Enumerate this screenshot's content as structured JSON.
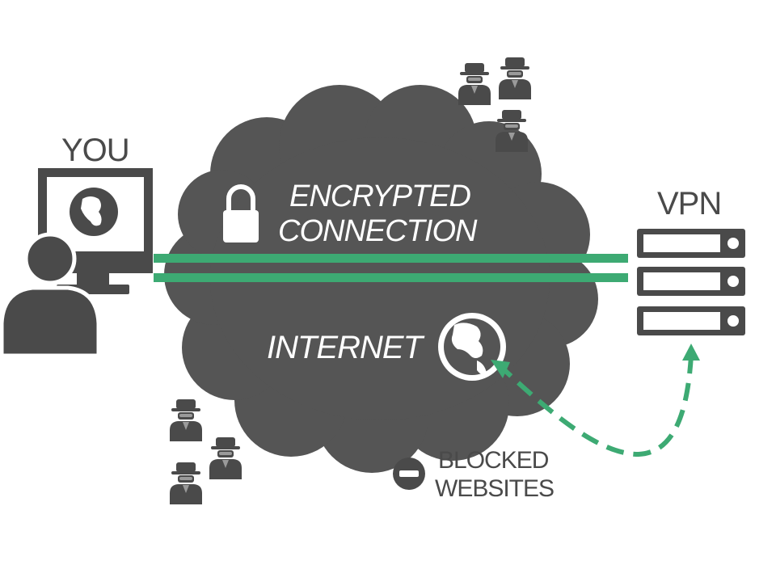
{
  "labels": {
    "you": "YOU",
    "vpn": "VPN",
    "encrypted_line1": "ENCRYPTED",
    "encrypted_line2": "CONNECTION",
    "internet": "INTERNET",
    "blocked_line1": "BLOCKED",
    "blocked_line2": "WEBSITES"
  },
  "icons": [
    "computer-monitor-icon",
    "globe-icon",
    "user-silhouette-icon",
    "padlock-icon",
    "server-rack-icon",
    "spy-icon",
    "no-entry-icon",
    "dashed-arrow"
  ],
  "colors": {
    "background": "#ffffff",
    "dark_gray": "#4a4a4a",
    "cloud": "#555555",
    "green": "#3daa73",
    "white": "#ffffff"
  }
}
